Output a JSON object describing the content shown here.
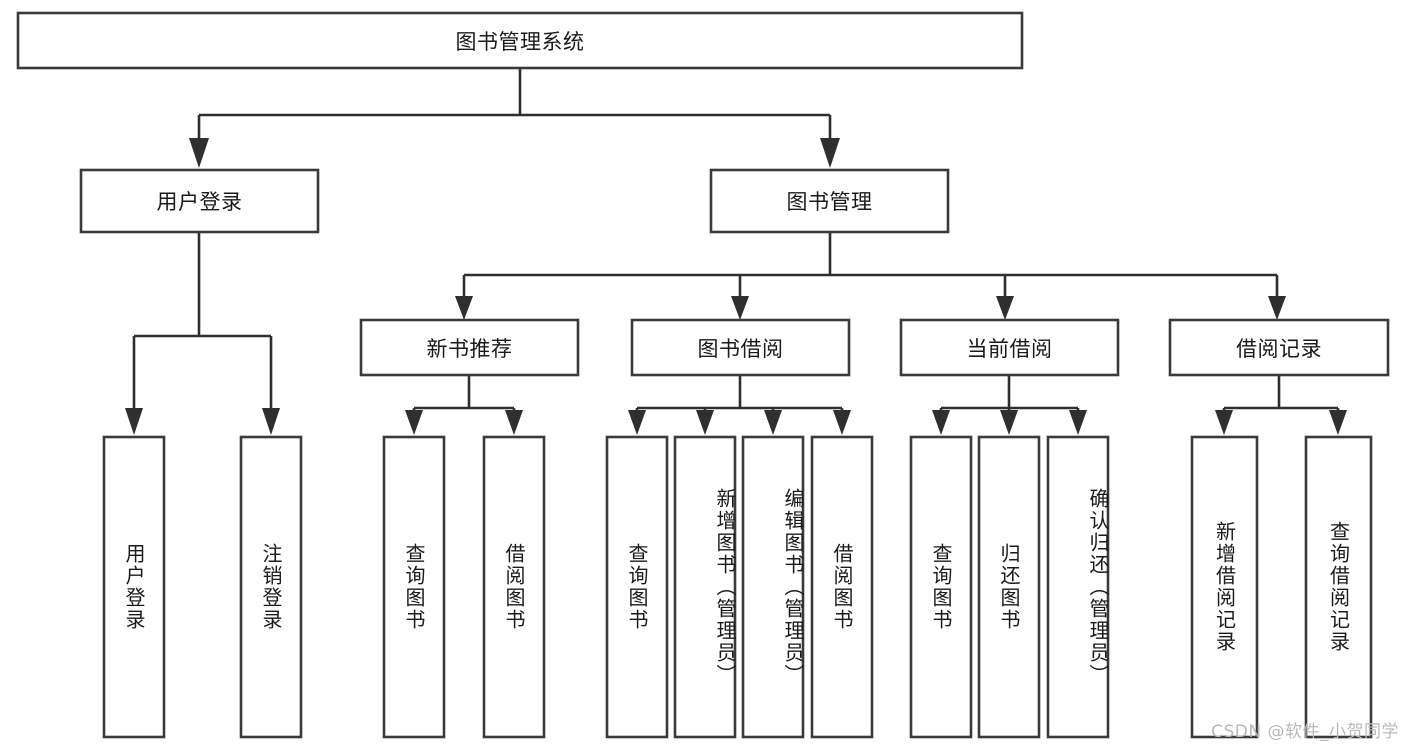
{
  "diagram": {
    "title": "图书管理系统",
    "type": "tree-hierarchy-diagram",
    "colors": {
      "box_stroke": "#3a3a3a",
      "connector": "#2f2f2f",
      "background": "#ffffff",
      "text": "#1a1a1a",
      "watermark": "#b9b9b9"
    },
    "root": {
      "label": "图书管理系统"
    },
    "level1": [
      {
        "label": "用户登录"
      },
      {
        "label": "图书管理"
      }
    ],
    "level2": [
      {
        "label": "新书推荐"
      },
      {
        "label": "图书借阅"
      },
      {
        "label": "当前借阅"
      },
      {
        "label": "借阅记录"
      }
    ],
    "leaves": {
      "user_login": [
        {
          "label": "用户登录"
        },
        {
          "label": "注销登录"
        }
      ],
      "new_book_recommend": [
        {
          "label": "查询图书"
        },
        {
          "label": "借阅图书"
        }
      ],
      "book_borrow": [
        {
          "label": "查询图书"
        },
        {
          "label": "新增图书（管理员）"
        },
        {
          "label": "编辑图书（管理员）"
        },
        {
          "label": "借阅图书"
        }
      ],
      "current_borrow": [
        {
          "label": "查询图书"
        },
        {
          "label": "归还图书"
        },
        {
          "label": "确认归还（管理员）"
        }
      ],
      "borrow_record": [
        {
          "label": "新增借阅记录"
        },
        {
          "label": "查询借阅记录"
        }
      ]
    }
  },
  "watermark": {
    "text": "CSDN @软件_小贺同学"
  }
}
